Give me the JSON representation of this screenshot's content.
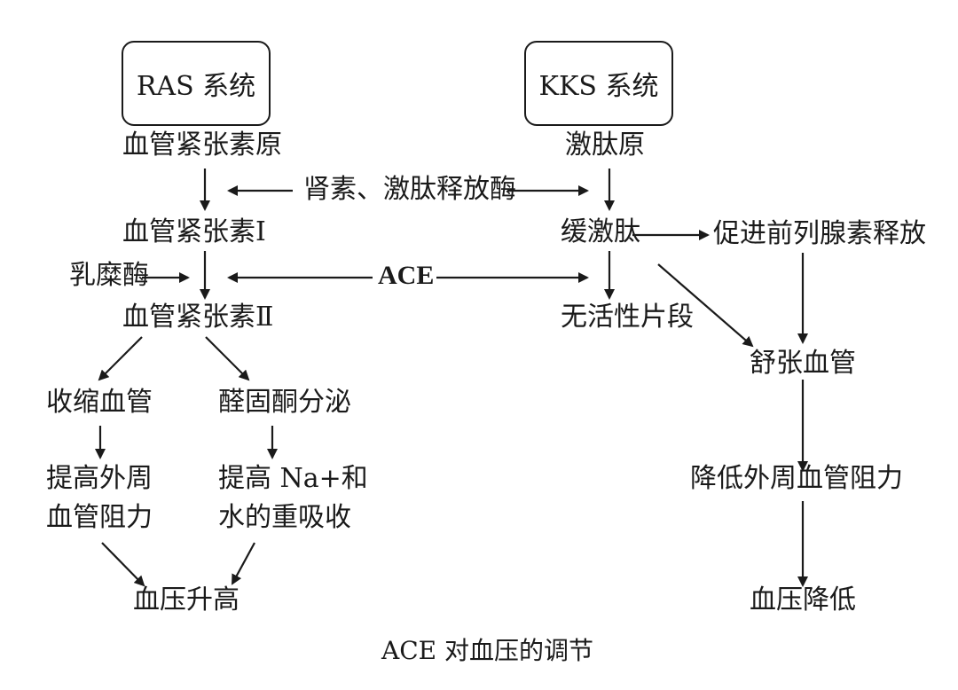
{
  "diagram": {
    "systems": {
      "ras": "RAS 系统",
      "kks": "KKS 系统"
    },
    "nodes": {
      "angiotensinogen": "血管紧张素原",
      "angiotensin1": "血管紧张素Ⅰ",
      "angiotensin2": "血管紧张素Ⅱ",
      "chymase": "乳糜酶",
      "vasoconstriction": "收缩血管",
      "aldosterone": "醛固酮分泌",
      "raise_resistance_l1": "提高外周",
      "raise_resistance_l2": "血管阻力",
      "na_reabsorb_l1": "提高 Na+和",
      "na_reabsorb_l2": "水的重吸收",
      "bp_up": "血压升高",
      "kininogen": "激肽原",
      "bradykinin": "缓激肽",
      "inactive": "无活性片段",
      "prostaglandin": "促进前列腺素释放",
      "vasodilation": "舒张血管",
      "lower_resistance": "降低外周血管阻力",
      "bp_down": "血压降低"
    },
    "enzymes": {
      "renin_kallikrein": "肾素、激肽释放酶",
      "ace": "ACE"
    },
    "caption": "ACE 对血压的调节"
  }
}
